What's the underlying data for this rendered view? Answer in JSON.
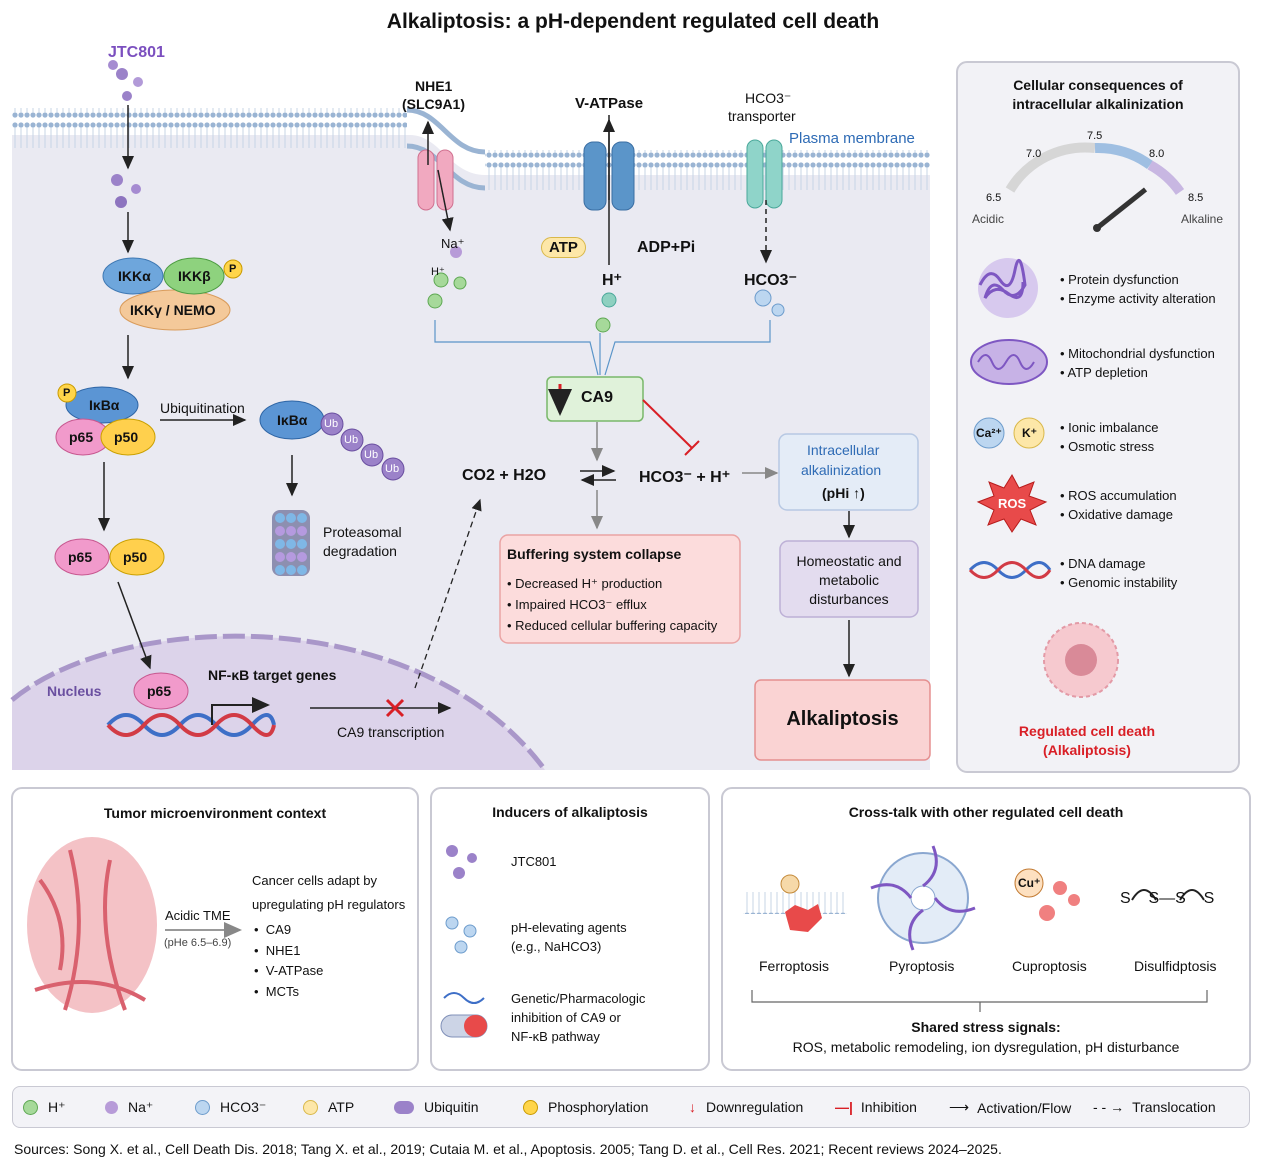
{
  "title": "Alkaliptosis: a pH-dependent regulated cell death",
  "main": {
    "jtc801": "JTC801",
    "nhe1": "NHE1",
    "slc9a1": "(SLC9A1)",
    "vatpase": "V-ATPase",
    "hco3_transporter_1": "HCO3⁻",
    "hco3_transporter_2": "transporter",
    "plasma_membrane": "Plasma membrane",
    "na": "Na⁺",
    "h_small": "H⁺",
    "atp": "ATP",
    "adp": "ADP+Pi",
    "h_plus": "H⁺",
    "hco3": "HCO3⁻",
    "ikka": "IKKα",
    "ikkb": "IKKβ",
    "ikkg": "IKKγ / NEMO",
    "p": "P",
    "ikba": "IκBα",
    "p65": "p65",
    "p50": "p50",
    "ubiquitination": "Ubiquitination",
    "ub": "Ub",
    "proteasomal_1": "Proteasomal",
    "proteasomal_2": "degradation",
    "nucleus": "Nucleus",
    "nfkb_genes": "NF-κB target genes",
    "ca9_transcription": "CA9 transcription",
    "ca9": "CA9",
    "reaction_left": "CO2 + H2O",
    "reaction_right": "HCO3⁻ + H⁺",
    "intracellular_1": "Intracellular",
    "intracellular_2": "alkalinization",
    "intracellular_3": "(pHi ↑)",
    "buffer_title": "Buffering system collapse",
    "buffer_items": [
      "Decreased H⁺ production",
      "Impaired HCO3⁻ efflux",
      "Reduced cellular buffering capacity"
    ],
    "homeo_1": "Homeostatic and",
    "homeo_2": "metabolic",
    "homeo_3": "disturbances",
    "alkaliptosis": "Alkaliptosis"
  },
  "consequences": {
    "title_1": "Cellular consequences of",
    "title_2": "intracellular alkalinization",
    "gauge_ticks": [
      "6.5",
      "7.0",
      "7.5",
      "8.0",
      "8.5"
    ],
    "gauge_left": "Acidic",
    "gauge_right": "Alkaline",
    "gauge_value": 8.2,
    "items": [
      {
        "icon": "protein-icon",
        "lines": [
          "Protein dysfunction",
          "Enzyme activity alteration"
        ]
      },
      {
        "icon": "mitochondrion-icon",
        "lines": [
          "Mitochondrial dysfunction",
          "ATP depletion"
        ]
      },
      {
        "icon": "ion-icon",
        "lines": [
          "Ionic imbalance",
          "Osmotic stress"
        ]
      },
      {
        "icon": "ros-icon",
        "lines": [
          "ROS accumulation",
          "Oxidative damage"
        ]
      },
      {
        "icon": "dna-icon",
        "lines": [
          "DNA damage",
          "Genomic instability"
        ]
      }
    ],
    "ca": "Ca²⁺",
    "k": "K⁺",
    "ros": "ROS",
    "death_1": "Regulated cell death",
    "death_2": "(Alkaliptosis)"
  },
  "tme": {
    "title": "Tumor microenvironment context",
    "acidic": "Acidic TME",
    "ph": "(pHe 6.5–6.9)",
    "adapt_1": "Cancer cells adapt by",
    "adapt_2": "upregulating pH regulators",
    "regulators": [
      "CA9",
      "NHE1",
      "V-ATPase",
      "MCTs"
    ]
  },
  "inducers": {
    "title": "Inducers of alkaliptosis",
    "item1": "JTC801",
    "item2_1": "pH-elevating agents",
    "item2_2": "(e.g., NaHCO3)",
    "item3_1": "Genetic/Pharmacologic",
    "item3_2": "inhibition of CA9 or",
    "item3_3": "NF-κB pathway"
  },
  "crosstalk": {
    "title": "Cross-talk with other regulated cell death",
    "types": [
      "Ferroptosis",
      "Pyroptosis",
      "Cuproptosis",
      "Disulfidptosis"
    ],
    "cu": "Cu⁺",
    "shared_1": "Shared stress signals:",
    "shared_2": "ROS, metabolic remodeling, ion dysregulation, pH disturbance"
  },
  "legend": {
    "items": [
      "H⁺",
      "Na⁺",
      "HCO3⁻",
      "ATP",
      "Ubiquitin",
      "Phosphorylation",
      "Downregulation",
      "Inhibition",
      "Activation/Flow",
      "Translocation"
    ]
  },
  "colors": {
    "h": "#a6d99a",
    "na": "#b79bd8",
    "hco3": "#bcd6f0",
    "atp": "#fde7a8",
    "red": "#d91f26",
    "membrane": "#9ab4d3"
  },
  "sources": "Sources: Song X. et al., Cell Death Dis. 2018;  Tang X. et al., 2019;  Cutaia M. et al., Apoptosis. 2005;  Tang D. et al., Cell Res. 2021;  Recent reviews 2024–2025."
}
